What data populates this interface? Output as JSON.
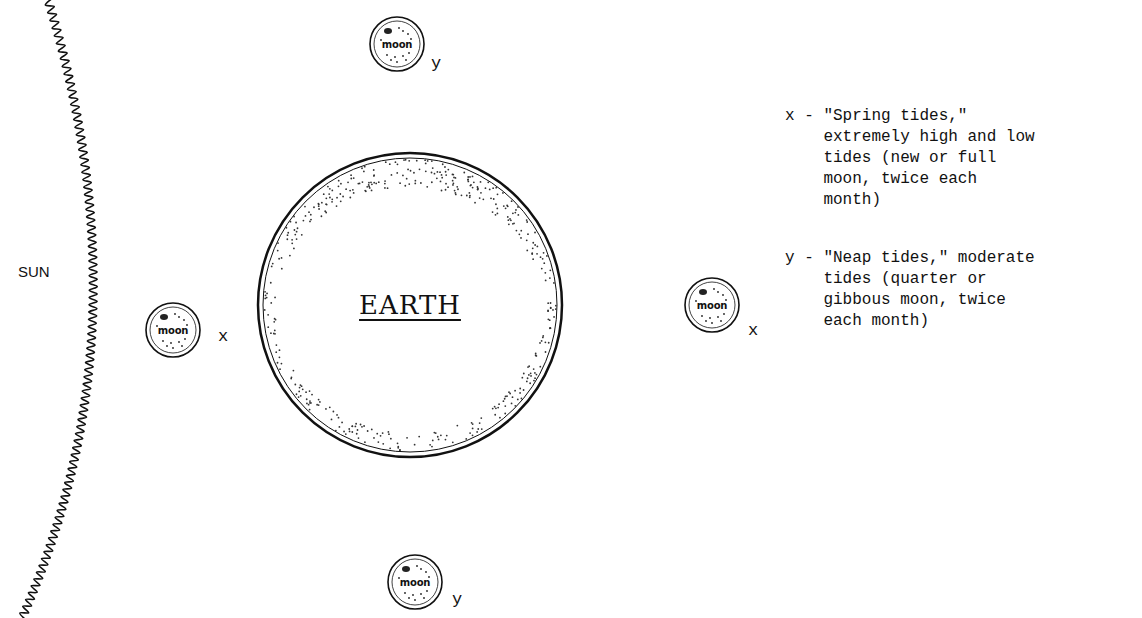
{
  "diagram": {
    "nodes": [
      {
        "text": [
          "moon"
        ]
      },
      {
        "text": [
          "SUN"
        ]
      },
      {
        "text": [
          "moon"
        ]
      },
      {
        "text": [
          "EARTH"
        ]
      },
      {
        "text": [
          "moon"
        ]
      },
      {
        "text": [
          "moon"
        ]
      }
    ],
    "labels": [
      "y",
      "x",
      "x",
      "y",
      "x - \"Spring tides,\" extremely high and low tides (new or full moon, twice each month)",
      "y - \"Neap tides,\" moderate tides (quarter or gibbous moon, twice each month)"
    ]
  }
}
